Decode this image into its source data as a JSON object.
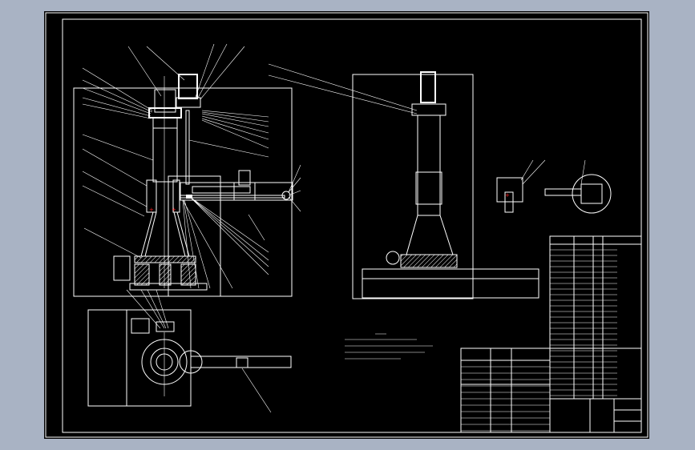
{
  "colors": {
    "background": "#a9b3c4",
    "canvas": "#000000",
    "lines": "#ffffff",
    "marker": "#ff2020"
  },
  "drawing": {
    "views": [
      "front-view",
      "side-view",
      "plan-view",
      "detail-view-a",
      "detail-view-b"
    ],
    "title_block_present": true,
    "parts_list_present": true
  }
}
